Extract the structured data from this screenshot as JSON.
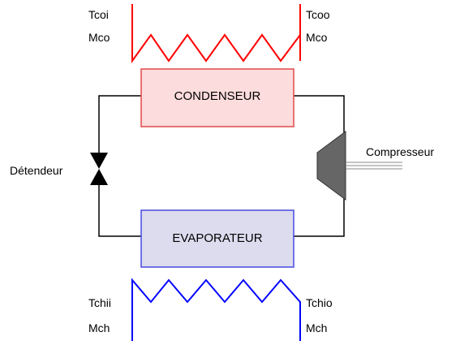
{
  "condenser": {
    "label": "CONDENSEUR",
    "inlet_temp": "Tcoi",
    "inlet_flow": "Mco",
    "outlet_temp": "Tcoo",
    "outlet_flow": "Mco",
    "fill": "#fcdcdc",
    "stroke": "#e24a4a",
    "coil_color": "#ff0000"
  },
  "evaporator": {
    "label": "EVAPORATEUR",
    "inlet_temp": "Tchii",
    "inlet_flow": "Mch",
    "outlet_temp": "Tchio",
    "outlet_flow": "Mch",
    "fill": "#dcdcee",
    "stroke": "#4a4ae2",
    "coil_color": "#0000ff"
  },
  "compressor": {
    "label": "Compresseur",
    "fill": "#666666"
  },
  "expansion_valve": {
    "label": "Détendeur"
  }
}
